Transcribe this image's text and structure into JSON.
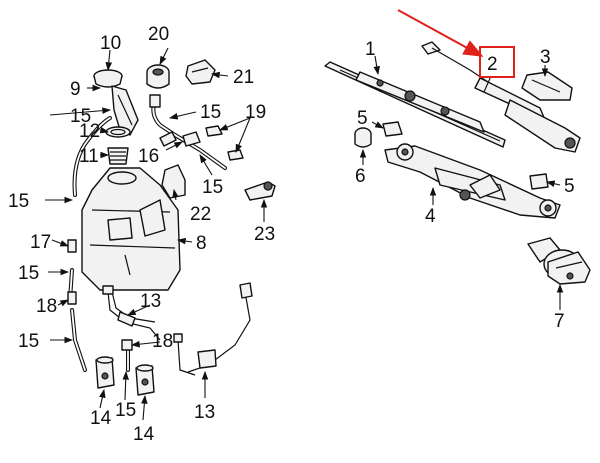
{
  "labels": {
    "l1": "1",
    "l2": "2",
    "l3": "3",
    "l4": "4",
    "l5a": "5",
    "l5b": "5",
    "l6": "6",
    "l7": "7",
    "l8": "8",
    "l9": "9",
    "l10": "10",
    "l11": "11",
    "l12": "12",
    "l13a": "13",
    "l13b": "13",
    "l14a": "14",
    "l14b": "14",
    "l15a": "15",
    "l15b": "15",
    "l15c": "15",
    "l15d": "15",
    "l15e": "15",
    "l15f": "15",
    "l15g": "15",
    "l16": "16",
    "l17": "17",
    "l18a": "18",
    "l18b": "18",
    "l19": "19",
    "l20": "20",
    "l21": "21",
    "l22": "22",
    "l23": "23"
  },
  "highlight": {
    "color": "#e0201a"
  }
}
